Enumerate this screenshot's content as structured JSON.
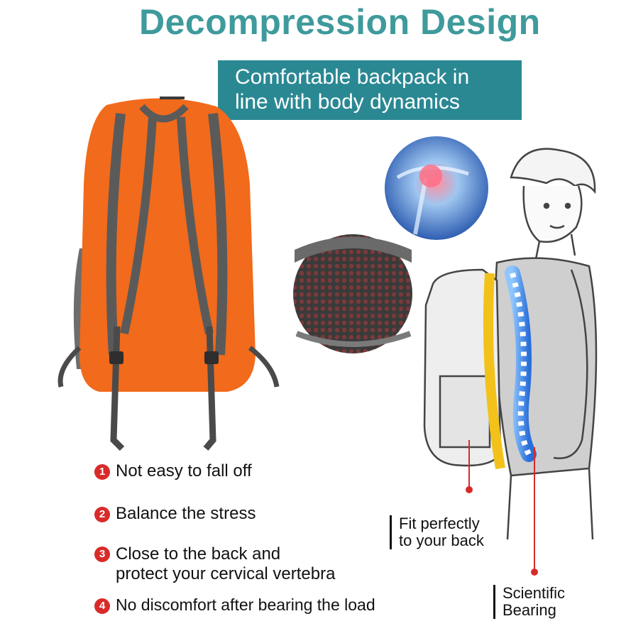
{
  "title": "Decompression Design",
  "banner": {
    "line1": "Comfortable backpack in",
    "line2": "line with body dynamics"
  },
  "features": [
    {
      "num": "1",
      "line1": "Not easy to fall off",
      "line2": ""
    },
    {
      "num": "2",
      "line1": "Balance the stress",
      "line2": ""
    },
    {
      "num": "3",
      "line1": "Close to the back and",
      "line2": "protect your cervical vertebra"
    },
    {
      "num": "4",
      "line1": "No discomfort after bearing the load",
      "line2": ""
    }
  ],
  "callouts": {
    "fit": {
      "line1": "Fit perfectly",
      "line2": "to your back"
    },
    "bearing": {
      "line1": "Scientific",
      "line2": "Bearing"
    }
  },
  "colors": {
    "title": "#3f9a9c",
    "banner_bg": "#2a8893",
    "backpack": "#f26a1b",
    "strap": "#5a5a5a",
    "marker": "#d92a2a"
  }
}
